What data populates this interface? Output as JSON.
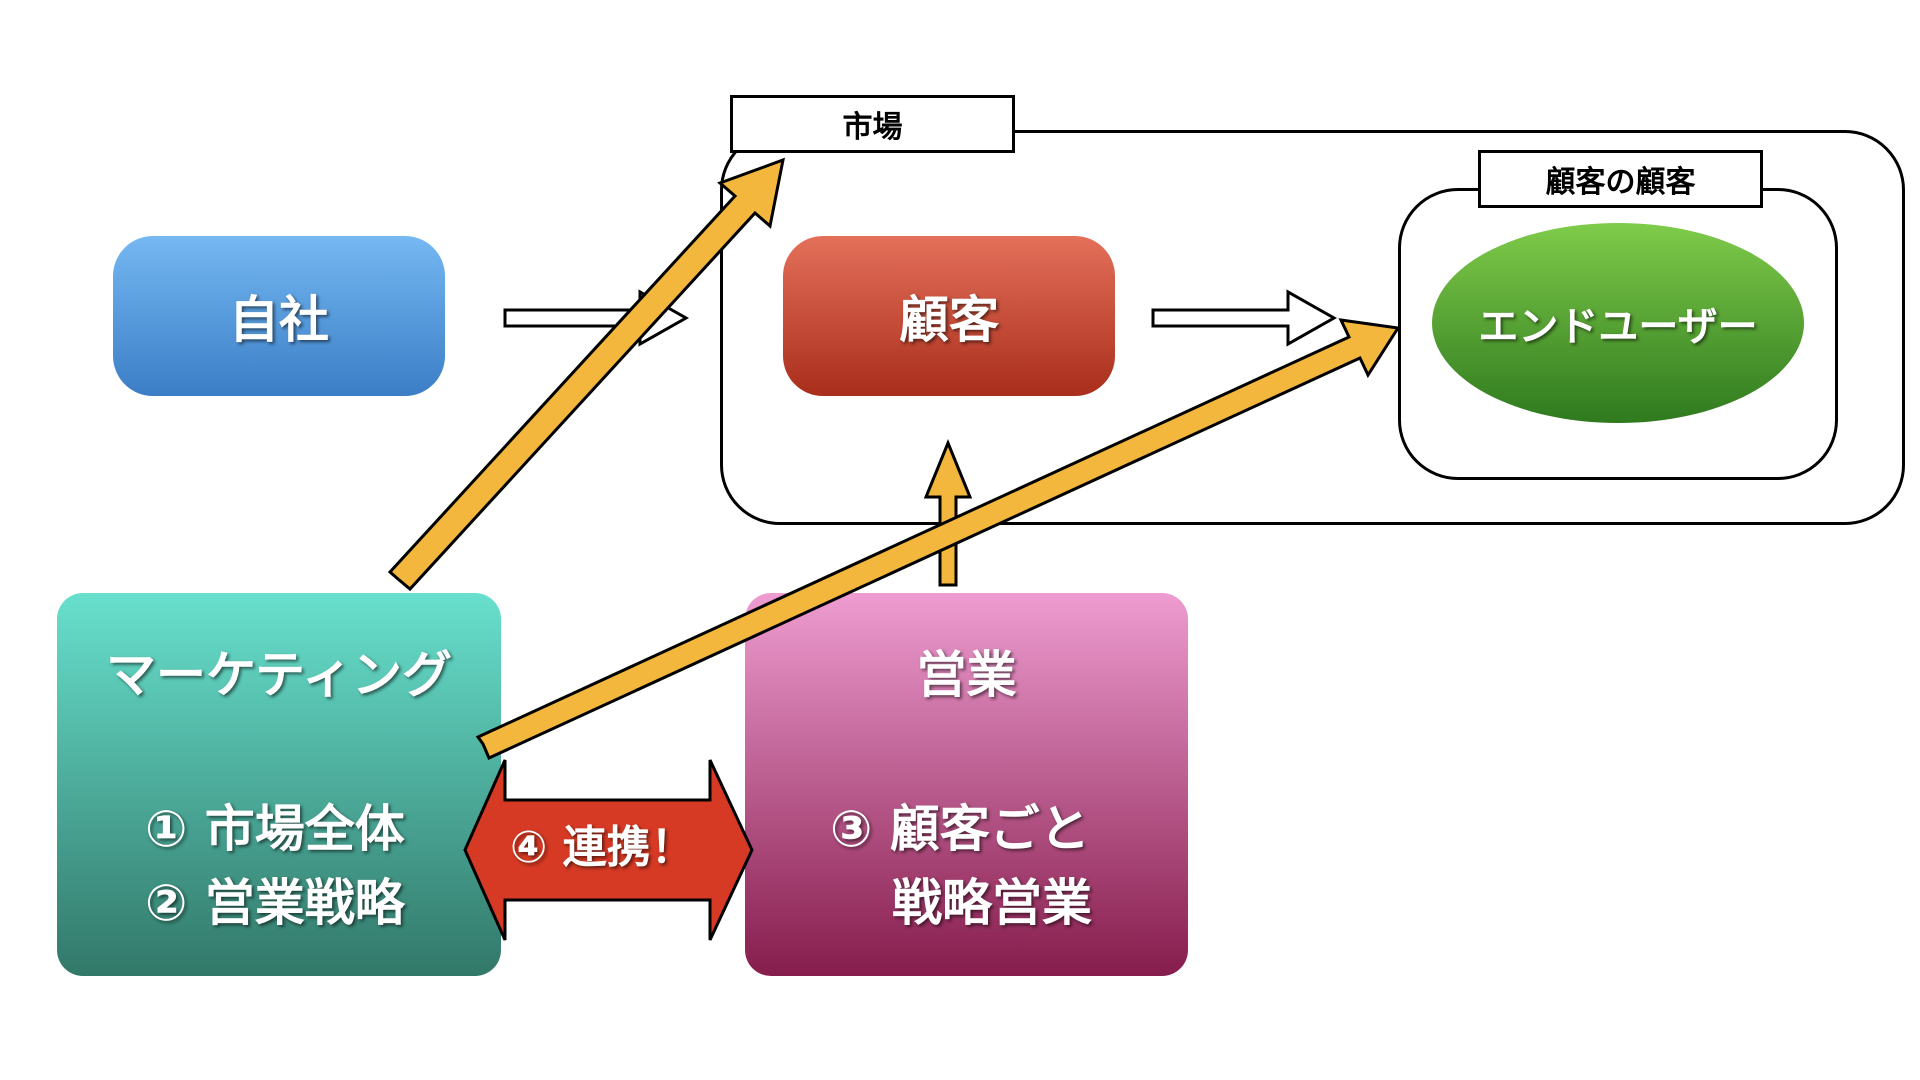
{
  "market": {
    "label": "市場"
  },
  "customers_customer": {
    "label": "顧客の顧客"
  },
  "company": {
    "label": "自社",
    "color": "#4a90d9"
  },
  "customer": {
    "label": "顧客",
    "color": "#c94a32"
  },
  "end_user": {
    "label": "エンドユーザー",
    "color": "#4f9a2e"
  },
  "marketing": {
    "title": "マーケティング",
    "items": [
      "① 市場全体",
      "② 営業戦略"
    ],
    "color": "#4fae9c"
  },
  "sales": {
    "title": "営業",
    "items": [
      "③ 顧客ごと",
      "戦略営業"
    ],
    "color": "#c2507f"
  },
  "collaboration": {
    "label": "④ 連携！",
    "color": "#d63a24"
  },
  "arrow_color": "#f4b73d"
}
